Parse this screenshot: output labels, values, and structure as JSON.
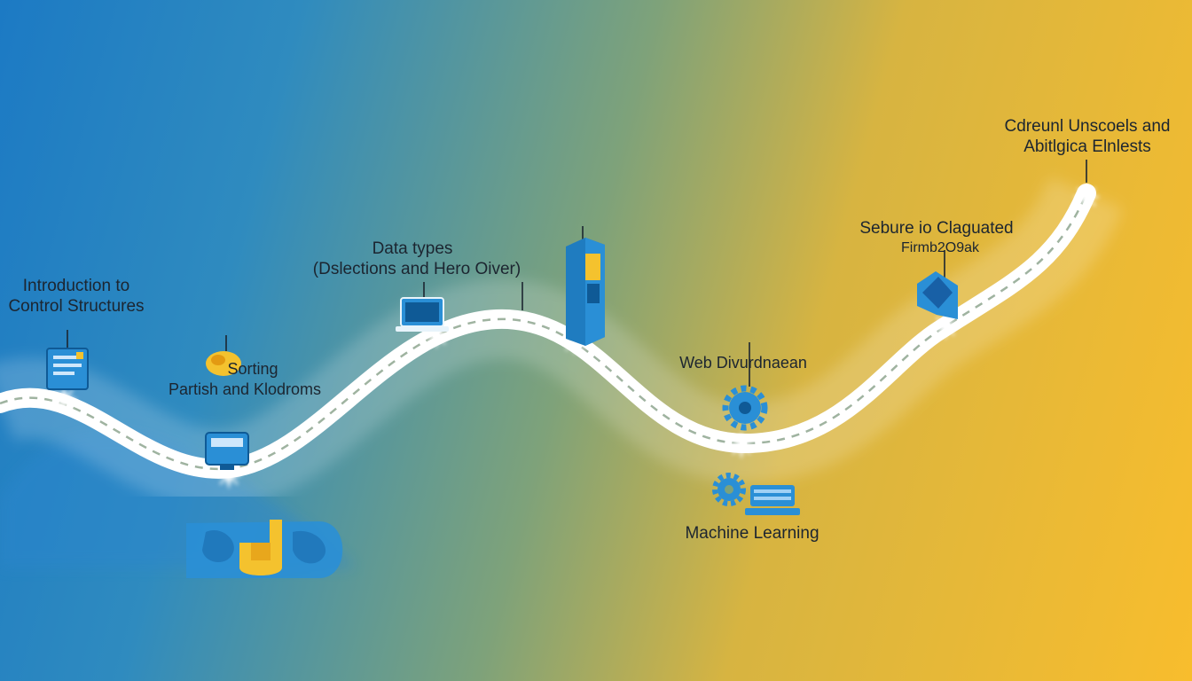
{
  "colors": {
    "bg_left": "#1c7ac4",
    "bg_mid": "#7ea27a",
    "bg_right": "#f8bd2d",
    "road": "#ffffff",
    "icon_blue": "#2a8fd6",
    "icon_yellow": "#f4c22e",
    "text": "#1c2530"
  },
  "milestones": [
    {
      "id": "m1",
      "lines": [
        "Introduction to",
        "Control Structures"
      ],
      "icon": "document-icon"
    },
    {
      "id": "m2",
      "lines": [
        "Sorting",
        "Partish and Klodroms"
      ],
      "icon": "monitor-icon"
    },
    {
      "id": "m3",
      "lines": [
        "Data types",
        "(Dslections and Hero Oiver)"
      ],
      "icon": "laptop-icon"
    },
    {
      "id": "m4",
      "lines": [],
      "icon": "server-tower-icon"
    },
    {
      "id": "m5",
      "lines": [
        "Web Divurdnaean"
      ],
      "icon": "gear-icon"
    },
    {
      "id": "m6",
      "lines": [
        "Machine Learning"
      ],
      "icon": "gear-keyboard-icon"
    },
    {
      "id": "m7",
      "lines": [
        "Sebure io Claguated",
        "Firmb2O9ak"
      ],
      "icon": "shield-icon"
    },
    {
      "id": "m8",
      "lines": [
        "Cdreunl Unscoels and",
        "Abitlgica Elnlests"
      ],
      "icon": "star-icon"
    }
  ],
  "logo": {
    "icon": "python-logo-icon"
  }
}
